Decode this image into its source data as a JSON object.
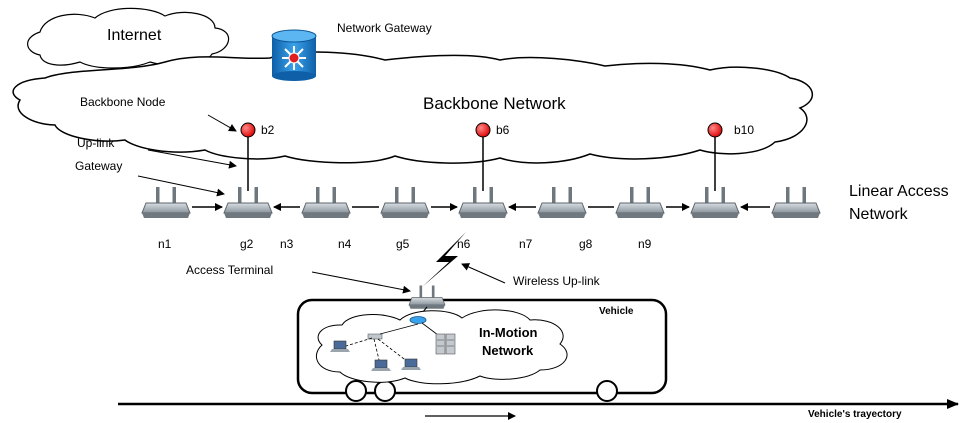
{
  "labels": {
    "internet": "Internet",
    "network_gateway": "Network Gateway",
    "backbone_node": "Backbone Node",
    "backbone_network": "Backbone Network",
    "uplink": "Up-link",
    "gateway": "Gateway",
    "linear_access_line1": "Linear Access",
    "linear_access_line2": "Network",
    "access_terminal": "Access Terminal",
    "wireless_uplink": "Wireless Up-link",
    "vehicle": "Vehicle",
    "in_motion_line1": "In-Motion",
    "in_motion_line2": "Network",
    "trajectory": "Vehicle's trayectory"
  },
  "backbone_nodes": [
    "b2",
    "b6",
    "b10"
  ],
  "access_nodes": [
    "n1",
    "g2",
    "n3",
    "n4",
    "g5",
    "n6",
    "n7",
    "g8",
    "n9"
  ],
  "colors": {
    "backbone_node": "#ee1111",
    "router_body": "#9aa4ad",
    "gateway_device": "#1f7fd0"
  }
}
